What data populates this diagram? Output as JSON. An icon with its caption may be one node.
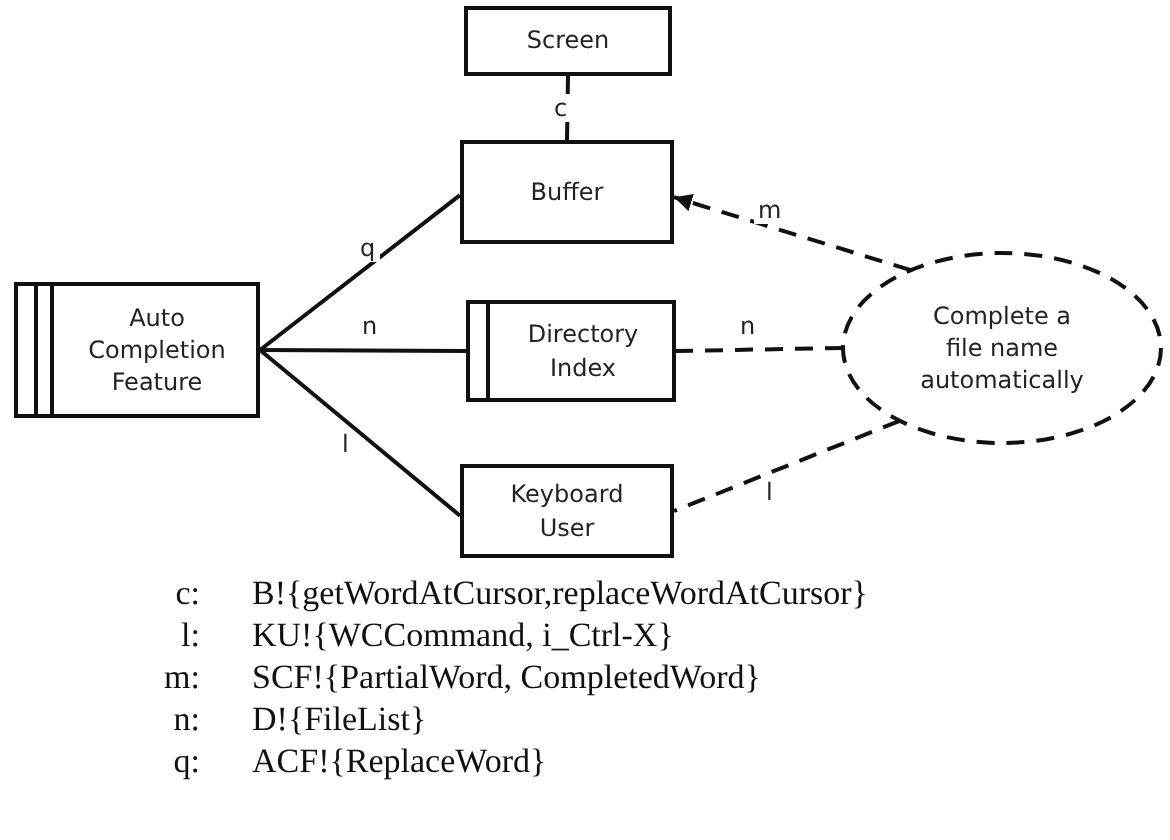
{
  "diagram": {
    "nodes": [
      {
        "text": [
          "Screen"
        ]
      },
      {
        "text": [
          "Buffer"
        ]
      },
      {
        "text": [
          "Auto Completion Feature"
        ]
      },
      {
        "text": [
          "Directory Index"
        ]
      },
      {
        "text": [
          "Complete a file name automatically"
        ]
      },
      {
        "text": [
          "Keyboard User"
        ]
      }
    ],
    "edges": [
      {
        "from": 0,
        "to": 1,
        "arrow": "none",
        "label": "c"
      },
      {
        "from": 2,
        "to": 1,
        "arrow": "none",
        "label": "q"
      },
      {
        "from": 2,
        "to": 3,
        "arrow": "none",
        "label": "n"
      },
      {
        "from": 2,
        "to": 5,
        "arrow": "none",
        "label": "l"
      },
      {
        "from": 4,
        "to": 1,
        "arrow": "to",
        "label": "m",
        "style": "dashed"
      },
      {
        "from": 4,
        "to": 3,
        "arrow": "none",
        "label": "n",
        "style": "dashed"
      },
      {
        "from": 4,
        "to": 5,
        "arrow": "none",
        "label": "l",
        "style": "dashed"
      }
    ],
    "labels": [
      "c:",
      "B!{getWordAtCursor,replaceWordAtCursor}",
      "l:",
      "KU!{WCCommand, i_Ctrl-X}",
      "m:",
      "SCF!{PartialWord, CompletedWord}",
      "n:",
      "D!{FileList}",
      "q:",
      "ACF!{ReplaceWord}"
    ]
  }
}
